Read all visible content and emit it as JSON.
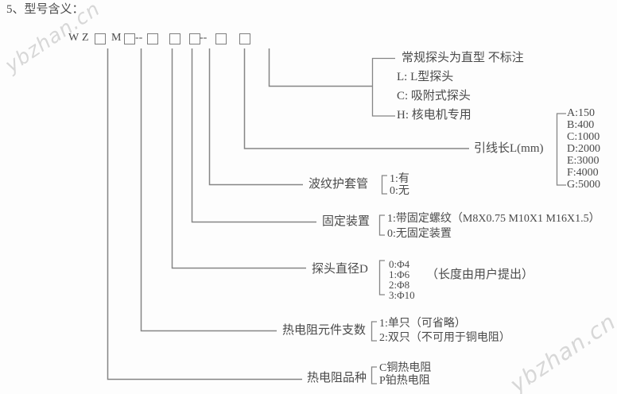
{
  "title": "5、型号含义：",
  "watermark": {
    "text": "ybzhan.cn"
  },
  "model_code": {
    "w": "W",
    "z": "Z",
    "m": "M",
    "sep1": "--",
    "sep2": "--"
  },
  "probe_type": {
    "options": [
      "常规探头为直型 不标注",
      "L: L型探头",
      "C: 吸附式探头",
      "H: 核电机专用"
    ]
  },
  "lead_length": {
    "label": "引线长L(mm)",
    "options": [
      "A:150",
      "B:400",
      "C:1000",
      "D:2000",
      "E:3000",
      "F:4000",
      "G:5000"
    ]
  },
  "bellows_sheath": {
    "label": "波纹护套管",
    "options": [
      "1:有",
      "0:无"
    ]
  },
  "fixing_device": {
    "label": "固定装置",
    "options": [
      "1:带固定螺纹（M8X0.75 M10X1 M16X1.5）",
      "0:无固定装置"
    ]
  },
  "probe_diameter": {
    "label": "探头直径D",
    "options": [
      "0:Φ4",
      "1:Φ6",
      "2:Φ8",
      "3:Φ10"
    ],
    "note": "（长度由用户提出）"
  },
  "element_count": {
    "label": "热电阻元件支数",
    "options": [
      "1:单只（可省略）",
      "2:双只（不可用于铜电阻）"
    ]
  },
  "rtd_variety": {
    "label": "热电阻品种",
    "options": [
      "C铜热电阻",
      "P铂热电阻"
    ]
  },
  "colors": {
    "text": "#4a4a4a",
    "line": "#858585",
    "watermark": "#d7d7d7"
  }
}
